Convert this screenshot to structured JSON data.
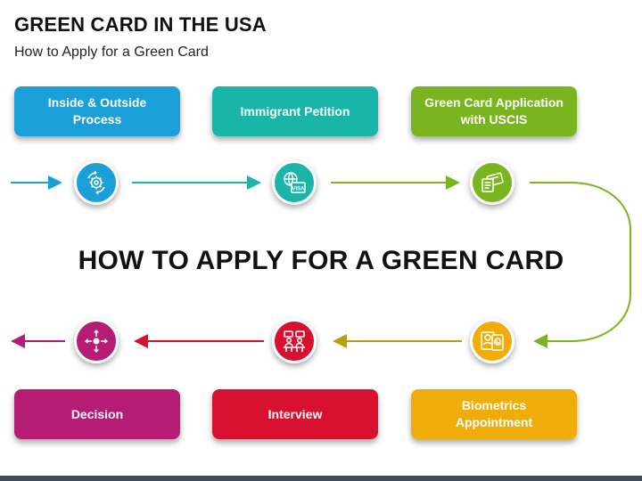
{
  "header": {
    "title": "GREEN CARD IN THE USA",
    "subtitle": "How to Apply for a Green Card"
  },
  "center_title": "HOW TO APPLY FOR A GREEN CARD",
  "steps": [
    {
      "label": "Inside & Outside\nProcess",
      "color": "#1a9fd8",
      "icon": "gear-cycle-icon"
    },
    {
      "label": "Immigrant Petition",
      "color": "#19b5a7",
      "icon": "visa-document-icon"
    },
    {
      "label": "Green Card Application\nwith USCIS",
      "color": "#7ab520",
      "icon": "card-application-icon"
    },
    {
      "label": "Biometrics\nAppointment",
      "color": "#f0ad0a",
      "icon": "biometrics-icon"
    },
    {
      "label": "Interview",
      "color": "#d7112f",
      "icon": "interview-icon"
    },
    {
      "label": "Decision",
      "color": "#b51d74",
      "icon": "decision-arrows-icon"
    }
  ],
  "colors": {
    "footer": "#3e4a58",
    "text": "#111111"
  }
}
